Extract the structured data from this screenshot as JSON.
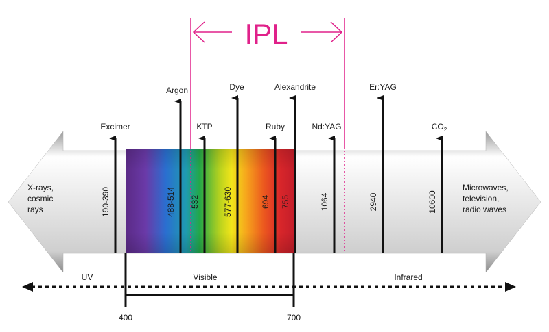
{
  "ipl": {
    "label": "IPL",
    "color": "#e0218a"
  },
  "left_text": [
    "X-rays,",
    "cosmic",
    "rays"
  ],
  "right_text": [
    "Microwaves,",
    "television,",
    "radio waves"
  ],
  "lasers": [
    {
      "id": "excimer",
      "name": "Excimer",
      "wavelength": "190-390"
    },
    {
      "id": "argon",
      "name": "Argon",
      "wavelength": "488-514"
    },
    {
      "id": "ktp",
      "name": "KTP",
      "wavelength": "532"
    },
    {
      "id": "dye",
      "name": "Dye",
      "wavelength": "577-630"
    },
    {
      "id": "ruby",
      "name": "Ruby",
      "wavelength": "694"
    },
    {
      "id": "alexandrite",
      "name": "Alexandrite",
      "wavelength": "755"
    },
    {
      "id": "ndyag",
      "name": "Nd:YAG",
      "wavelength": "1064"
    },
    {
      "id": "eryag",
      "name": "Er:YAG",
      "wavelength": "2940"
    },
    {
      "id": "co2",
      "name": "CO",
      "name_sub": "2",
      "wavelength": "10600"
    }
  ],
  "regions": {
    "uv": "UV",
    "visible": "Visible",
    "infrared": "Infrared"
  },
  "scale": {
    "start": "400",
    "end": "700"
  }
}
